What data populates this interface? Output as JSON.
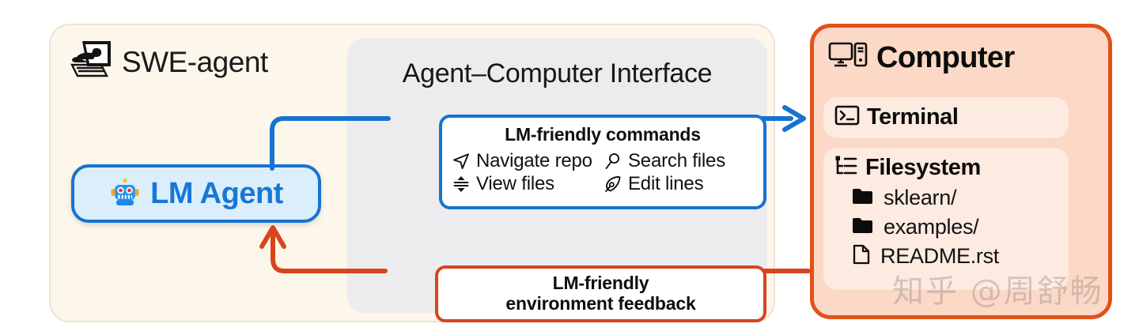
{
  "swe_panel": {
    "title": "SWE-agent",
    "icon": "hand-typing-monitor-icon",
    "agent": {
      "label": "LM Agent",
      "icon": "robot-icon",
      "emoji": "🤖",
      "accent": "#1777d6",
      "fill": "#dbeefc"
    }
  },
  "aci_panel": {
    "title": "Agent–Computer Interface",
    "commands_box": {
      "title": "LM-friendly commands",
      "accent": "#1673d2",
      "items": [
        {
          "label": "Navigate repo",
          "icon": "navigation-arrow-icon"
        },
        {
          "label": "Search files",
          "icon": "magnifier-icon"
        },
        {
          "label": "View files",
          "icon": "scroll-updown-icon"
        },
        {
          "label": "Edit lines",
          "icon": "pen-nib-icon"
        }
      ]
    },
    "feedback_box": {
      "line1": "LM-friendly",
      "line2": "environment feedback",
      "accent": "#d8451c"
    }
  },
  "computer_panel": {
    "title": "Computer",
    "icon": "monitor-tower-icon",
    "accent": "#e2511b",
    "fill": "#fbd9c6",
    "terminal": {
      "label": "Terminal",
      "icon": "terminal-prompt-icon"
    },
    "filesystem": {
      "label": "Filesystem",
      "icon": "file-tree-icon",
      "entries": [
        {
          "name": "sklearn/",
          "icon": "folder-icon"
        },
        {
          "name": "examples/",
          "icon": "folder-icon"
        },
        {
          "name": "README.rst",
          "icon": "file-icon"
        }
      ]
    }
  },
  "connectors": {
    "command_flow_color": "#1673d2",
    "feedback_flow_color": "#d8451c"
  },
  "watermark": {
    "text": "知乎 @周舒畅"
  }
}
